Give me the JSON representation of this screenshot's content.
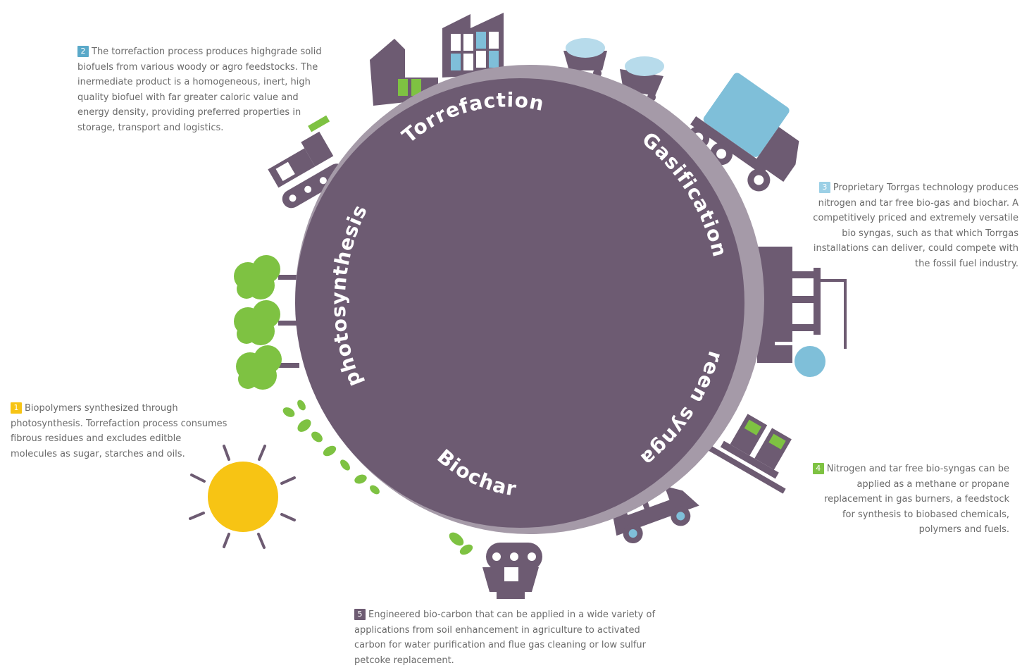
{
  "colors": {
    "planet": "#6d5b72",
    "ring": "#a59aa8",
    "icon": "#6d5b72",
    "green": "#7ec242",
    "blue": "#7fbfd9",
    "sun": "#f7c414",
    "text": "#6a6a6a"
  },
  "ring_labels": {
    "torrefaction": "Torrefaction",
    "gasification": "Gasification",
    "green_syngas": "Green syngas",
    "biochar": "Biochar",
    "photosynthesis": "photosynthesis"
  },
  "notes": [
    {
      "number": "1",
      "badge_color": "#f7c414",
      "lines": [
        "Biopolymers synthesized through",
        "photosynthesis. Torrefaction process consumes",
        "fibrous residues and excludes editble",
        "molecules as sugar, starches and oils."
      ]
    },
    {
      "number": "2",
      "badge_color": "#5aa9c9",
      "lines": [
        "The torrefaction process produces highgrade solid",
        "biofuels from various woody or agro feedstocks. The",
        "inermediate product is a homogeneous, inert, high",
        "quality biofuel with far greater caloric value and",
        "energy density, providing preferred properties in",
        "storage, transport and logistics."
      ]
    },
    {
      "number": "3",
      "badge_color": "#9cd0e6",
      "lines": [
        "Proprietary Torrgas technology produces",
        "nitrogen and tar free bio-gas and biochar. A",
        "competitively priced and extremely versatile",
        "bio syngas, such as that which Torrgas",
        "installations can deliver, could compete with",
        "the fossil fuel industry."
      ]
    },
    {
      "number": "4",
      "badge_color": "#7ec242",
      "lines": [
        "Nitrogen and tar free bio-syngas can be",
        "applied as a methane or propane",
        "replacement in gas burners, a feedstock",
        "for synthesis to biobased chemicals,",
        "polymers and fuels."
      ]
    },
    {
      "number": "5",
      "badge_color": "#6d5b72",
      "lines": [
        "Engineered bio-carbon that can be applied in a wide variety of",
        "applications from soil enhancement in agriculture to activated",
        "carbon for water purification and flue gas cleaning or low sulfur",
        "petcoke replacement."
      ]
    }
  ]
}
